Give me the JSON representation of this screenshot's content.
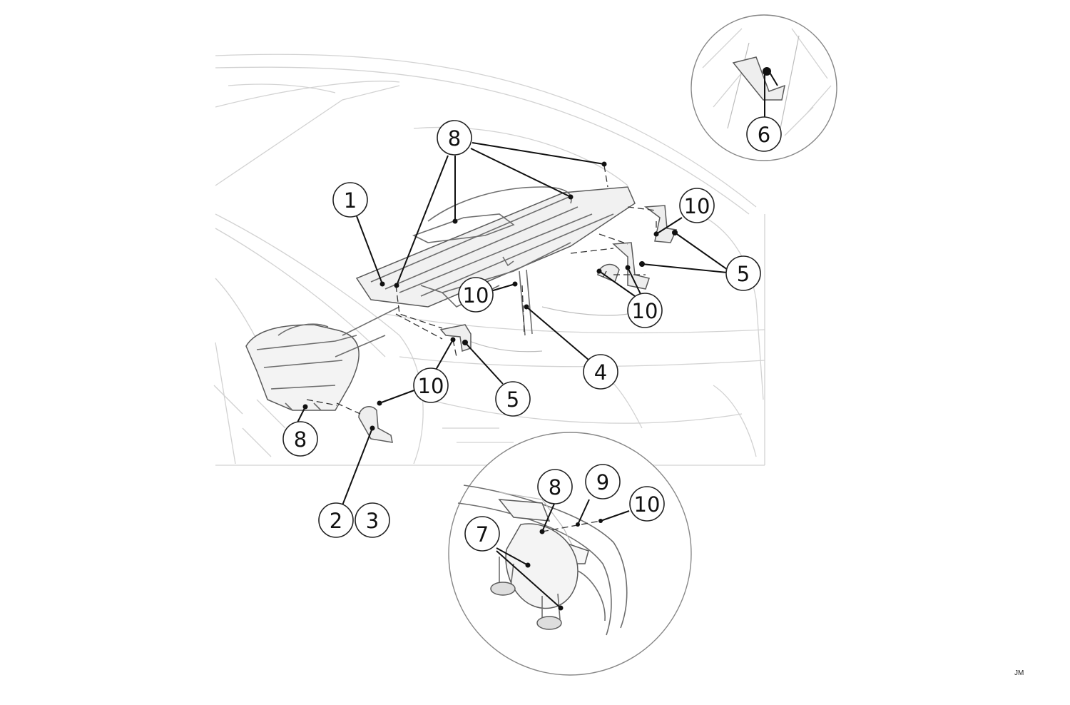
{
  "callouts": {
    "c1": "1",
    "c2": "2",
    "c3": "3",
    "c4": "4",
    "c5a": "5",
    "c5b": "5",
    "c6": "6",
    "c7": "7",
    "c8a": "8",
    "c8b": "8",
    "c8c": "8",
    "c9": "9",
    "c10a": "10",
    "c10b": "10",
    "c10c": "10",
    "c10d": "10",
    "c10e": "10"
  },
  "author_mark": "JM"
}
